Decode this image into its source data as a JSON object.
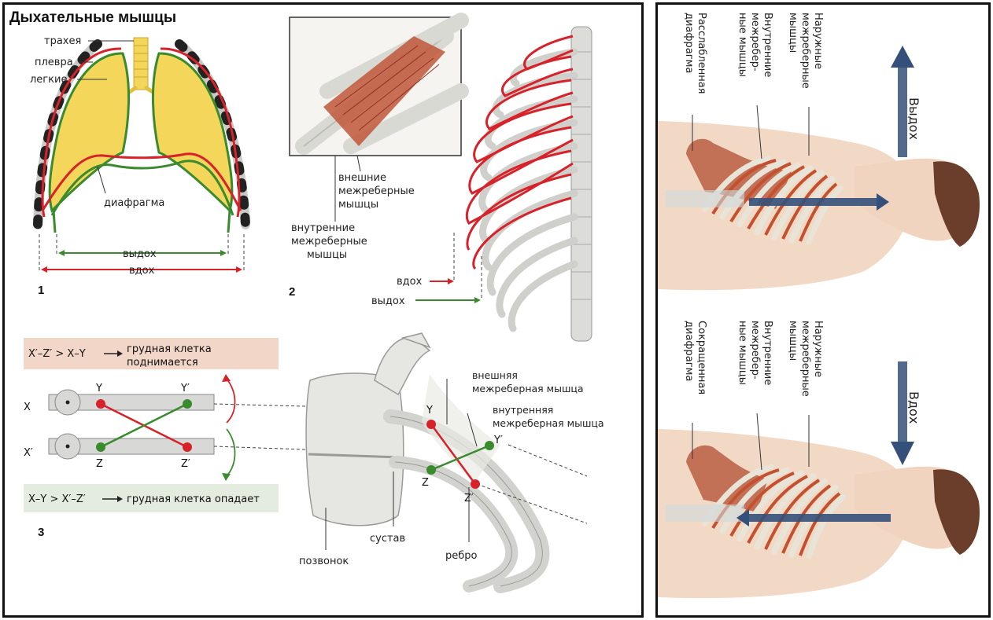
{
  "title": "Дыхательные мышцы",
  "fig1": {
    "number": "1",
    "labels": {
      "trachea": "трахея",
      "pleura": "плевра",
      "lungs": "легкие",
      "diaphragm": "диафрагма",
      "exhale": "выдох",
      "inhale": "вдох"
    }
  },
  "fig2": {
    "number": "2",
    "labels": {
      "external_1": "внешние",
      "external_2": "межреберные",
      "external_3": "мышцы",
      "internal_1": "внутренние",
      "internal_2": "межреберные",
      "internal_3": "мышцы",
      "inhale": "вдох",
      "exhale": "выдох"
    }
  },
  "fig3": {
    "number": "3",
    "rule_top_left": "X′–Z′ > X–Y",
    "rule_top_right_1": "грудная клетка",
    "rule_top_right_2": "поднимается",
    "rule_bottom_left": "X–Y > X′–Z′",
    "rule_bottom_right": "грудная клетка опадает",
    "points": {
      "X": "X",
      "Xp": "X′",
      "Y": "Y",
      "Yp": "Y′",
      "Z": "Z",
      "Zp": "Z′"
    },
    "labels": {
      "external_1": "внешняя",
      "external_2": "межреберная мышца",
      "internal_1": "внутренняя",
      "internal_2": "межреберная мышца",
      "vertebra": "позвонок",
      "joint": "сустав",
      "rib": "ребро"
    }
  },
  "right": {
    "top": {
      "arrow_label": "Выдох",
      "label_external_1": "Наружные",
      "label_external_2": "межреберные",
      "label_external_3": "мышцы",
      "label_internal_1": "Внутренние",
      "label_internal_2": "межребер-",
      "label_internal_3": "ные мышцы",
      "label_diaphragm_1": "Расслабленная",
      "label_diaphragm_2": "диафрагма"
    },
    "bottom": {
      "arrow_label": "Вдох",
      "label_external_1": "Наружные",
      "label_external_2": "межреберные",
      "label_external_3": "мышцы",
      "label_internal_1": "Внутренние",
      "label_internal_2": "межребер-",
      "label_internal_3": "ные мышцы",
      "label_diaphragm_1": "Сокращенная",
      "label_diaphragm_2": "диафрагма"
    }
  },
  "colors": {
    "red": "#d8222a",
    "green": "#3a8a2e",
    "lung_yellow": "#f4d65a",
    "bone": "#e6e6e2",
    "muscle": "#c0563a",
    "arrow_blue": "#34507a",
    "rule_top_bg": "#f2d6c8",
    "rule_bottom_bg": "#e4ecdf"
  }
}
